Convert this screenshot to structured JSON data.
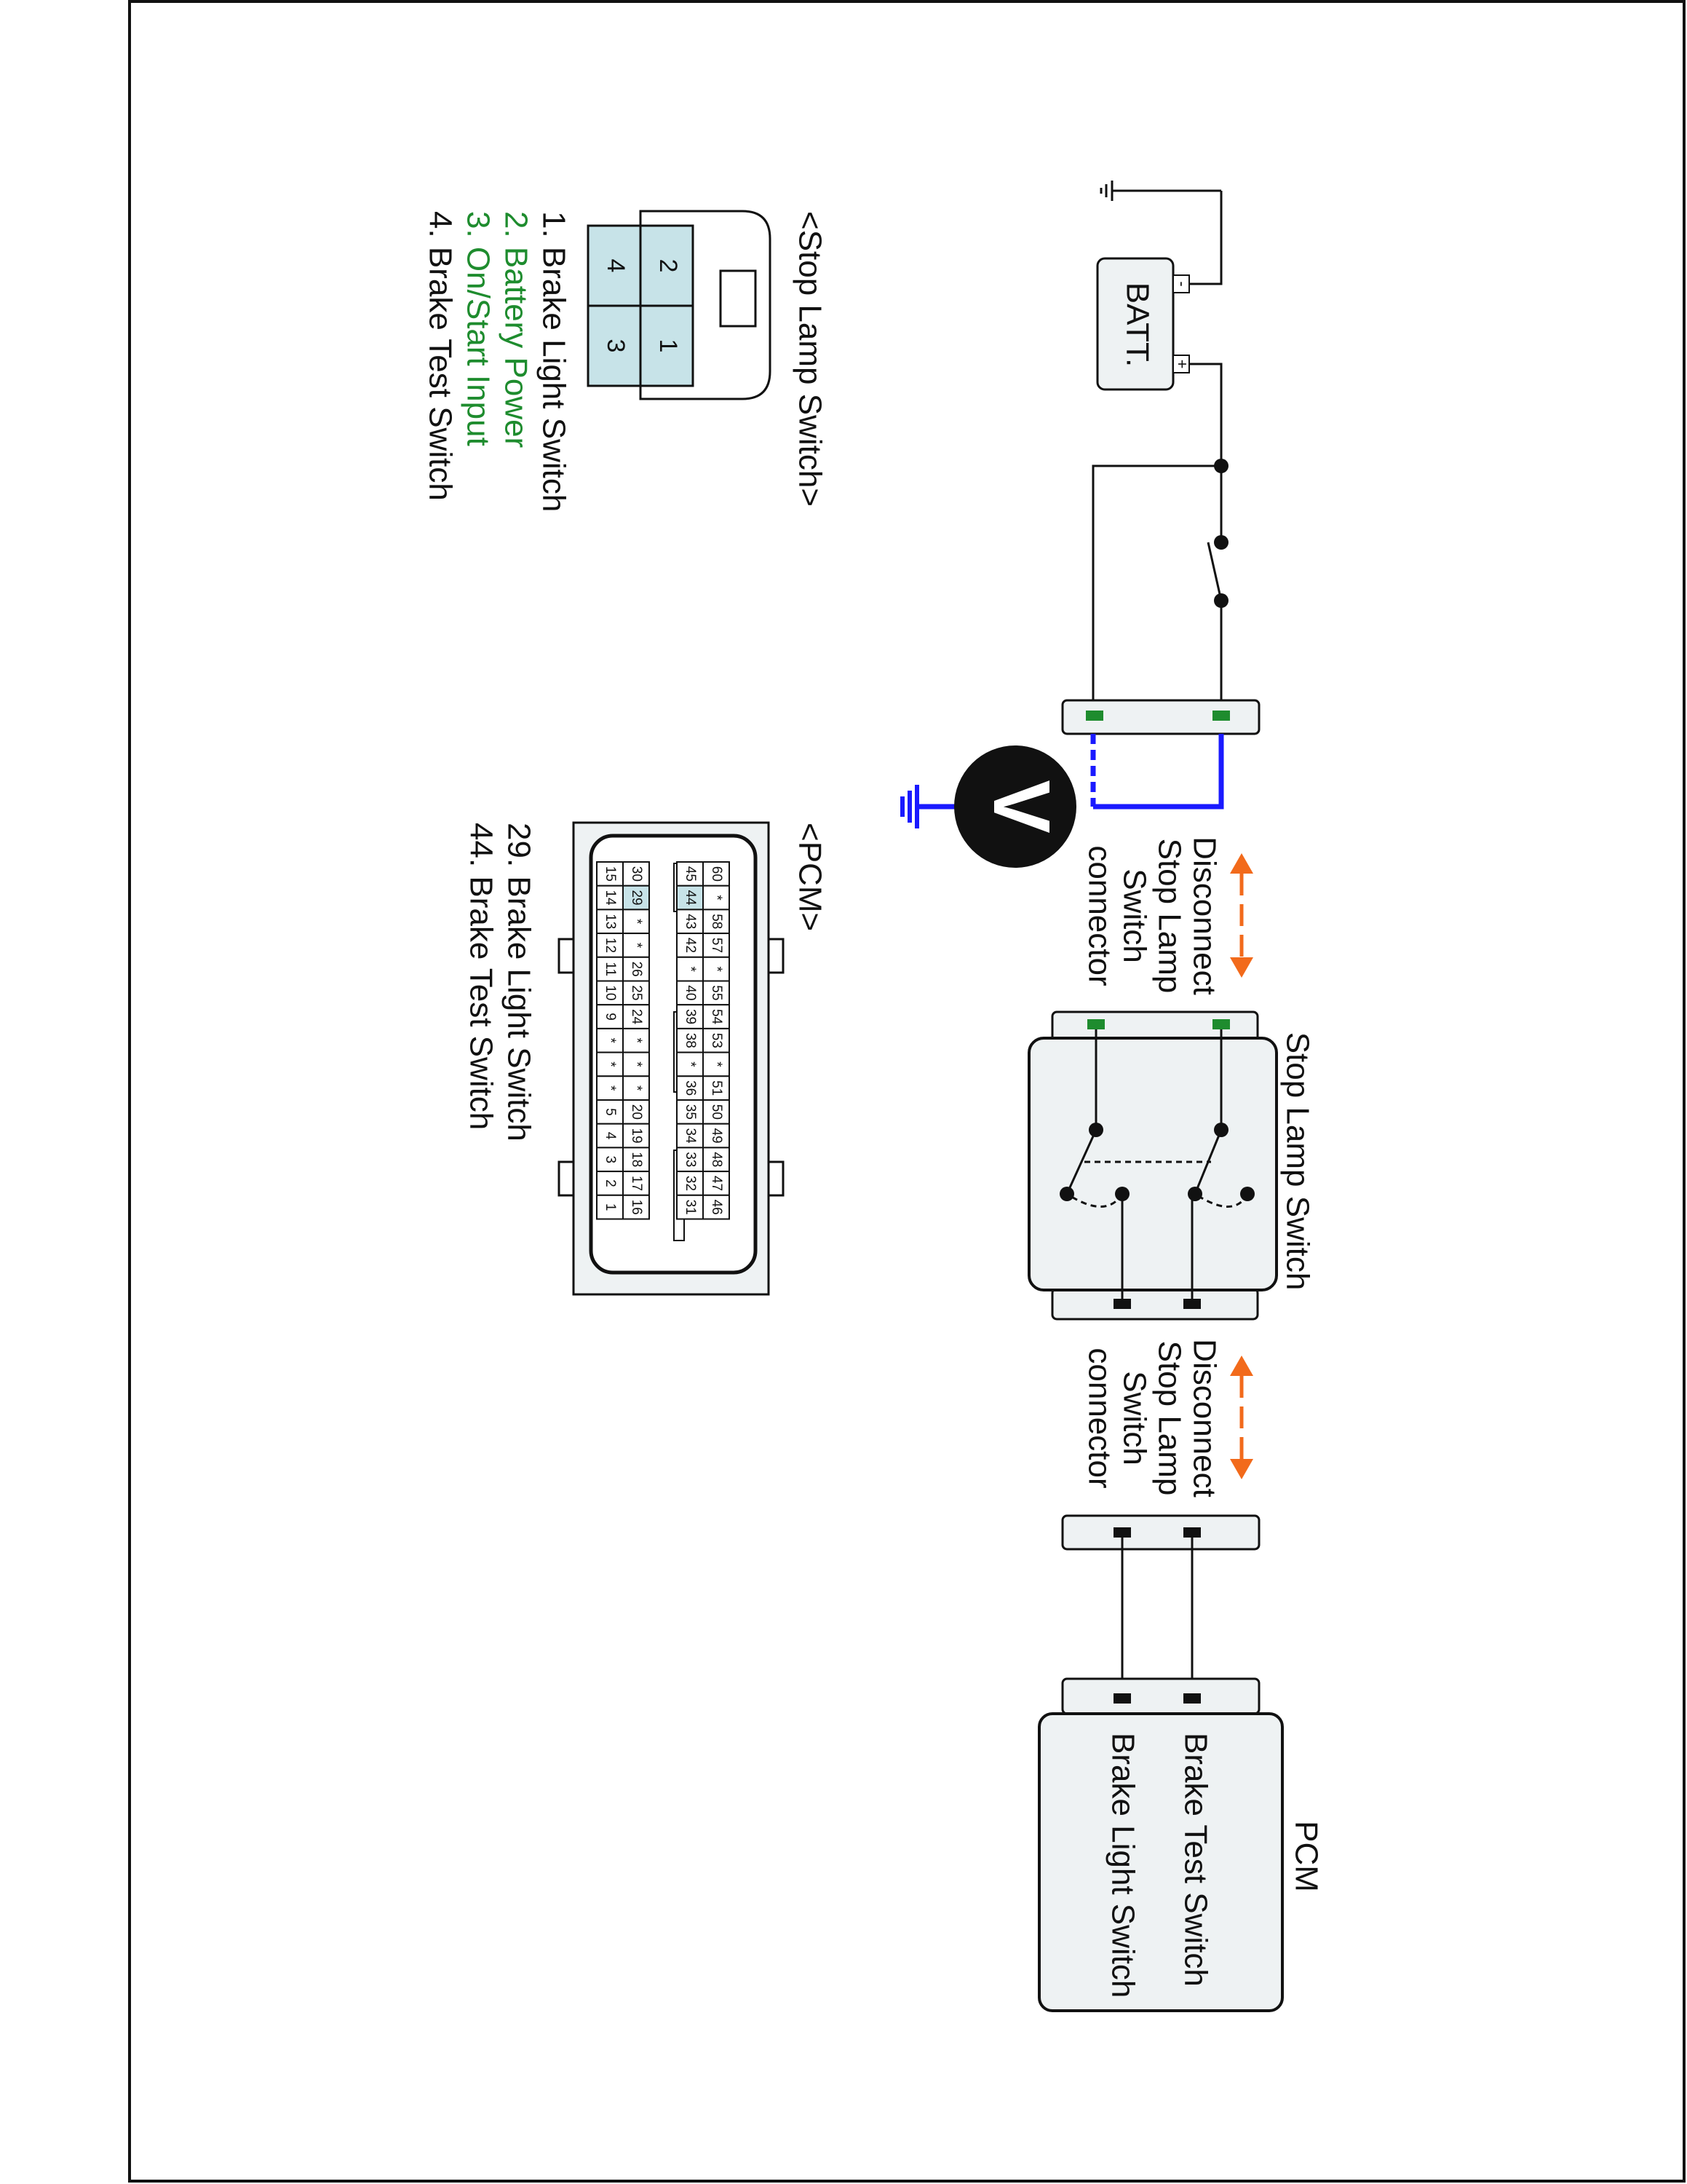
{
  "colors": {
    "wire": "#111111",
    "meter_wire": "#1a1aff",
    "arrow": "#f26a1b",
    "terminal_green": "#1e8c2e",
    "terminal_black": "#111111",
    "pin_fill": "#c7e3e8",
    "box_fill": "#eef2f3",
    "highlight_text": "#1e8c2e"
  },
  "battery": {
    "label": "BATT.",
    "plus": "+",
    "minus": "-"
  },
  "voltmeter": {
    "label": "V"
  },
  "disconnect_top": {
    "lines": [
      "Disconnect",
      "Stop Lamp",
      "Switch",
      "connector"
    ]
  },
  "disconnect_bottom": {
    "lines": [
      "Disconnect",
      "Stop Lamp",
      "Switch",
      "connector"
    ]
  },
  "stop_lamp_switch": {
    "label": "Stop Lamp Switch"
  },
  "pcm_module": {
    "label": "PCM",
    "inputs": [
      "Brake Test Switch",
      "Brake Light Switch"
    ]
  },
  "stop_lamp_connector": {
    "title": "<Stop Lamp Switch>",
    "pins": [
      "2",
      "1",
      "4",
      "3"
    ],
    "legend": [
      {
        "text": "1. Brake Light Switch",
        "highlight": false
      },
      {
        "text": "2. Battery Power",
        "highlight": true
      },
      {
        "text": "3. On/Start Input",
        "highlight": true
      },
      {
        "text": "4. Brake Test Switch",
        "highlight": false
      }
    ]
  },
  "pcm_connector": {
    "title": "<PCM>",
    "rows": [
      [
        "60",
        "*",
        "58",
        "57",
        "*",
        "55",
        "54",
        "53",
        "*",
        "51",
        "50",
        "49",
        "48",
        "47",
        "46"
      ],
      [
        "45",
        "44",
        "43",
        "42",
        "*",
        "40",
        "39",
        "38",
        "*",
        "36",
        "35",
        "34",
        "33",
        "32",
        "31"
      ],
      [
        "30",
        "29",
        "*",
        "*",
        "26",
        "25",
        "24",
        "*",
        "*",
        "*",
        "20",
        "19",
        "18",
        "17",
        "16"
      ],
      [
        "15",
        "14",
        "13",
        "12",
        "11",
        "10",
        "9",
        "*",
        "*",
        "*",
        "5",
        "4",
        "3",
        "2",
        "1"
      ]
    ],
    "highlighted_pins": [
      "29",
      "44"
    ],
    "legend": [
      "29. Brake Light Switch",
      "44. Brake Test Switch"
    ]
  }
}
